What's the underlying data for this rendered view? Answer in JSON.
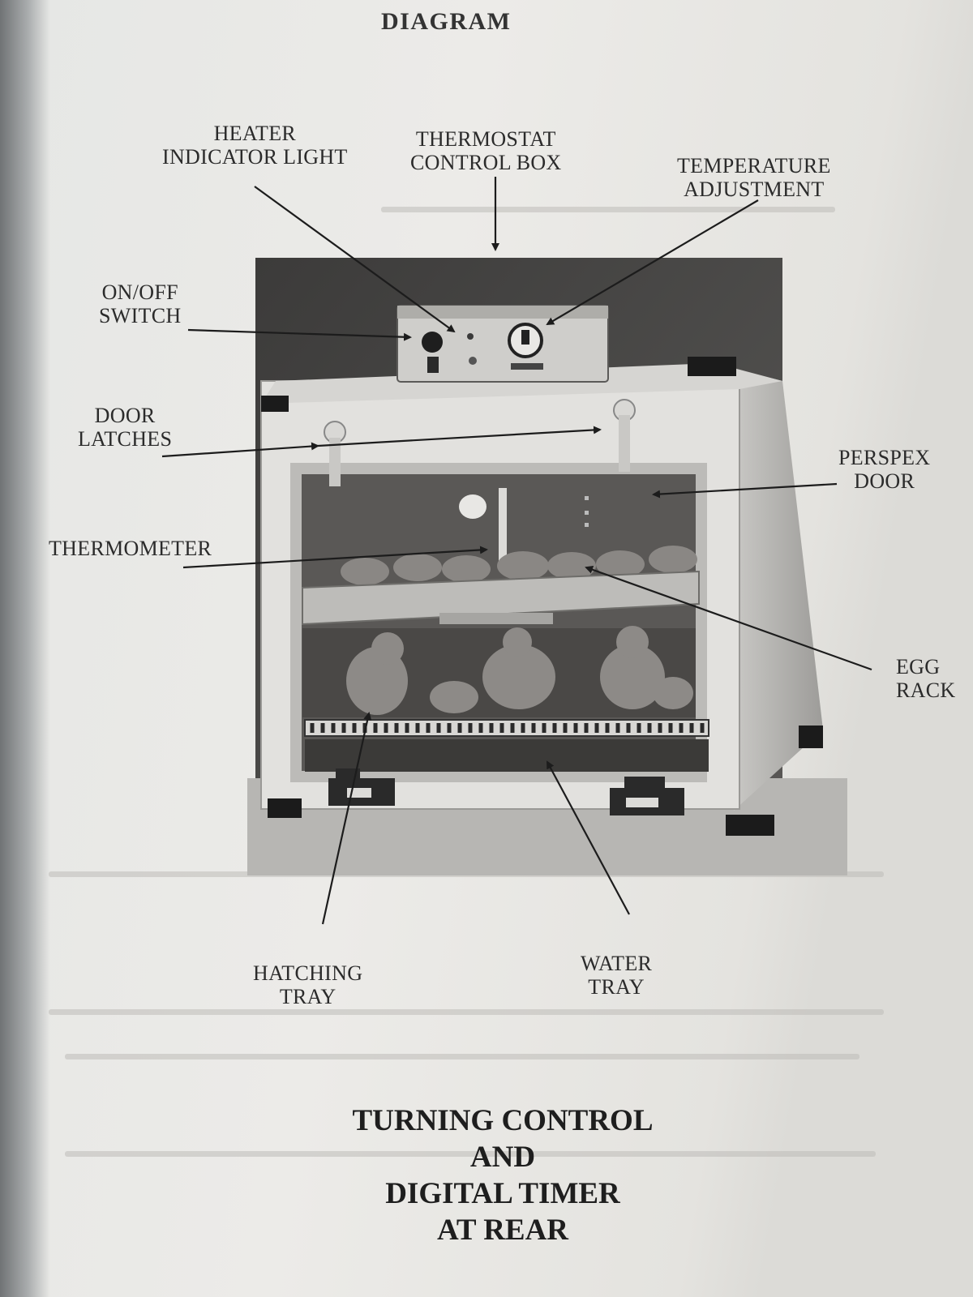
{
  "title": "DIAGRAM",
  "labels": {
    "heater_indicator_light": [
      "HEATER",
      "INDICATOR LIGHT"
    ],
    "thermostat_control_box": [
      "THERMOSTAT",
      "CONTROL BOX"
    ],
    "temperature_adjustment": [
      "TEMPERATURE",
      "ADJUSTMENT"
    ],
    "on_off_switch": [
      "ON/OFF",
      "SWITCH"
    ],
    "door_latches": [
      "DOOR",
      "LATCHES"
    ],
    "perspex_door": [
      "PERSPEX",
      "DOOR"
    ],
    "thermometer": [
      "THERMOMETER"
    ],
    "egg_rack": [
      "EGG",
      "RACK"
    ],
    "hatching_tray": [
      "HATCHING",
      "TRAY"
    ],
    "water_tray": [
      "WATER",
      "TRAY"
    ]
  },
  "footer": [
    "TURNING CONTROL",
    "AND",
    "DIGITAL TIMER",
    "AT REAR"
  ]
}
